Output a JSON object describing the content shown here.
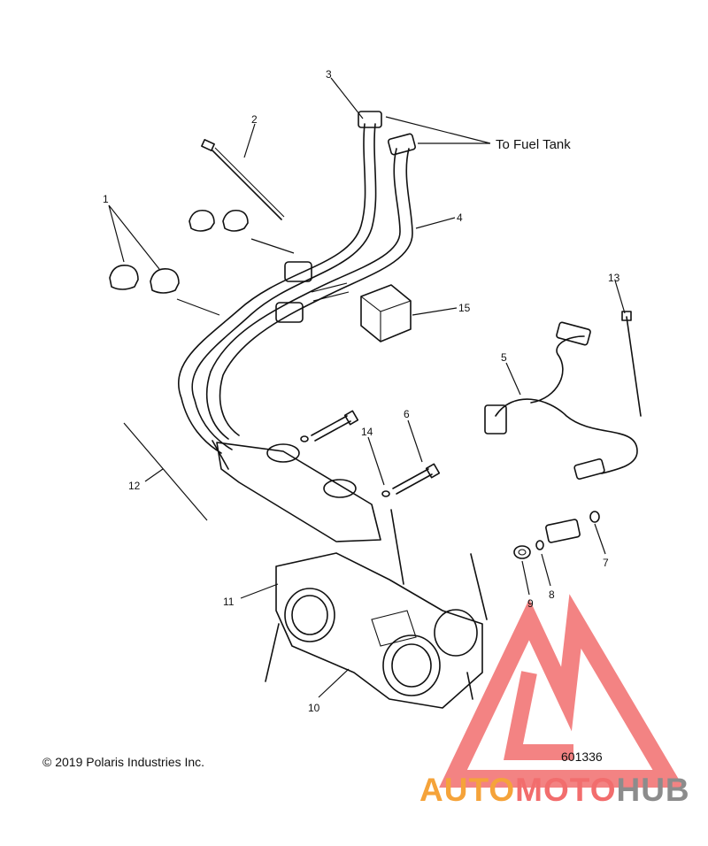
{
  "callouts": {
    "c1": "1",
    "c2": "2",
    "c3": "3",
    "c4": "4",
    "c5": "5",
    "c6": "6",
    "c7": "7",
    "c8": "8",
    "c9": "9",
    "c10": "10",
    "c11": "11",
    "c12": "12",
    "c13": "13",
    "c14": "14",
    "c15": "15"
  },
  "annotations": {
    "to_fuel_tank": "To Fuel Tank",
    "copyright": "© 2019 Polaris Industries Inc.",
    "drawing_number": "601336"
  },
  "watermark": {
    "brand_part1": "AUTO",
    "brand_part2": "MOTO",
    "brand_part3": "HUB",
    "colors": {
      "orange": "#f5a33a",
      "pink": "#f26d6d",
      "gray": "#8c8c8c",
      "triangle": "#ef5a5a"
    }
  }
}
